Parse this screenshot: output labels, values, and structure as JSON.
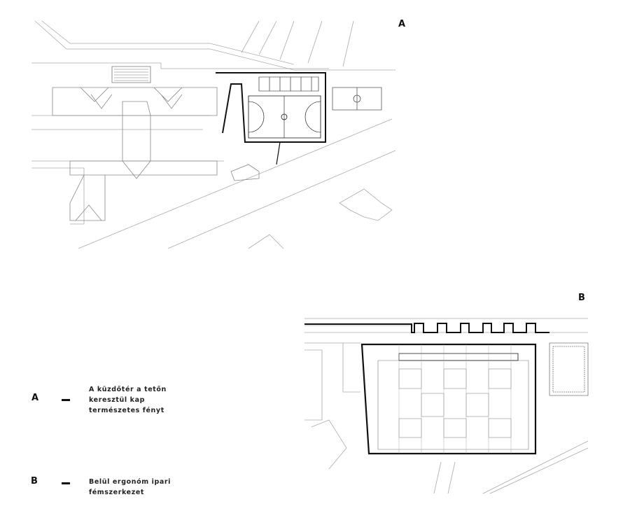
{
  "plan_a": {
    "marker": "A"
  },
  "plan_b": {
    "marker": "B"
  },
  "legend": [
    {
      "letter": "A",
      "text_lines": [
        "A küzdőtér a tetőn",
        "keresztül kap",
        "természetes fényt"
      ]
    },
    {
      "letter": "B",
      "text_lines": [
        "Belül ergonóm ipari",
        "fémszerkezet"
      ]
    }
  ]
}
